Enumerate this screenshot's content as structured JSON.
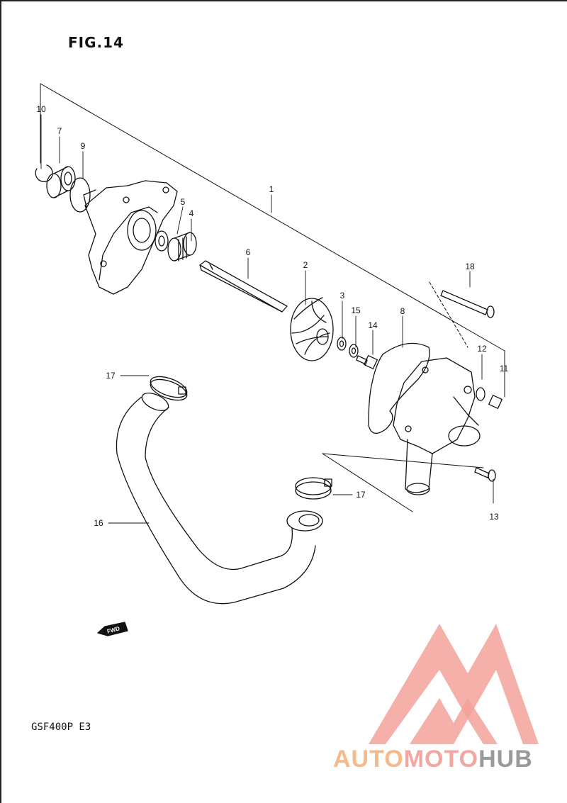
{
  "figure": {
    "title": "FIG.14",
    "model": "GSF400P E3"
  },
  "callouts": [
    {
      "id": "c1",
      "text": "1"
    },
    {
      "id": "c2",
      "text": "2"
    },
    {
      "id": "c3",
      "text": "3"
    },
    {
      "id": "c4",
      "text": "4"
    },
    {
      "id": "c5",
      "text": "5"
    },
    {
      "id": "c6",
      "text": "6"
    },
    {
      "id": "c7",
      "text": "7"
    },
    {
      "id": "c8",
      "text": "8"
    },
    {
      "id": "c9",
      "text": "9"
    },
    {
      "id": "c10",
      "text": "10"
    },
    {
      "id": "c11",
      "text": "11"
    },
    {
      "id": "c12",
      "text": "12"
    },
    {
      "id": "c13",
      "text": "13"
    },
    {
      "id": "c14",
      "text": "14"
    },
    {
      "id": "c15",
      "text": "15"
    },
    {
      "id": "c16",
      "text": "16"
    },
    {
      "id": "c17a",
      "text": "17"
    },
    {
      "id": "c17b",
      "text": "17"
    },
    {
      "id": "c18",
      "text": "18"
    }
  ],
  "fwd_tag": "FWD",
  "watermark": {
    "part1": "AUTO",
    "part2": "MOTO",
    "part3": "HUB",
    "colors": {
      "triangle": "#f3a29a",
      "auto": "#f5b98a",
      "hub": "#9a9a9a"
    }
  }
}
